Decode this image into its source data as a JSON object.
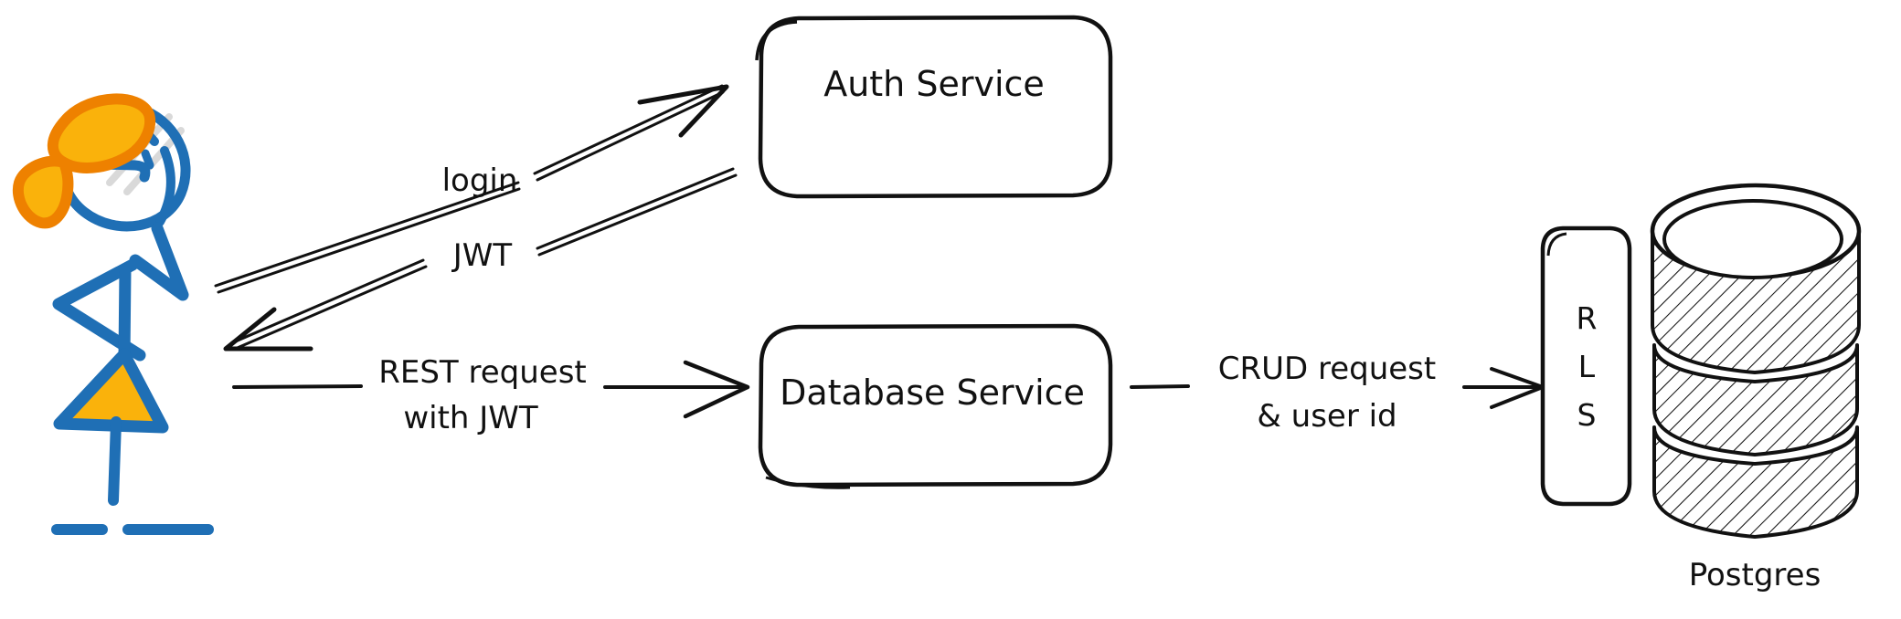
{
  "diagram": {
    "title": "Auth / Database service flow with Postgres RLS",
    "background_color": "#ffffff",
    "ink_color": "#111111",
    "actor": {
      "name": "user-stick-figure",
      "blue": "#1F6FB5",
      "orange_outline": "#EE8100",
      "orange_fill": "#FAB20B",
      "grey": "#D9D9D9"
    },
    "nodes": [
      {
        "id": "auth-service",
        "label": "Auth Service",
        "shape": "rounded-rect"
      },
      {
        "id": "database-service",
        "label": "Database Service",
        "shape": "rounded-rect"
      },
      {
        "id": "rls",
        "label": "RLS",
        "label_chars": [
          "R",
          "L",
          "S"
        ],
        "shape": "rounded-rect-vertical"
      },
      {
        "id": "postgres",
        "label": "Postgres",
        "shape": "database-cylinder",
        "tiers": 3
      }
    ],
    "edges": [
      {
        "id": "edge-login",
        "label": "login",
        "from": "user",
        "to": "auth-service",
        "direction": "forward"
      },
      {
        "id": "edge-jwt",
        "label": "JWT",
        "from": "auth-service",
        "to": "user",
        "direction": "backward"
      },
      {
        "id": "edge-rest",
        "label_lines": [
          "REST request",
          "with JWT"
        ],
        "from": "user",
        "to": "database-service",
        "direction": "forward"
      },
      {
        "id": "edge-crud",
        "label_lines": [
          "CRUD request",
          "& user id"
        ],
        "from": "database-service",
        "to": "rls",
        "direction": "forward"
      }
    ]
  }
}
